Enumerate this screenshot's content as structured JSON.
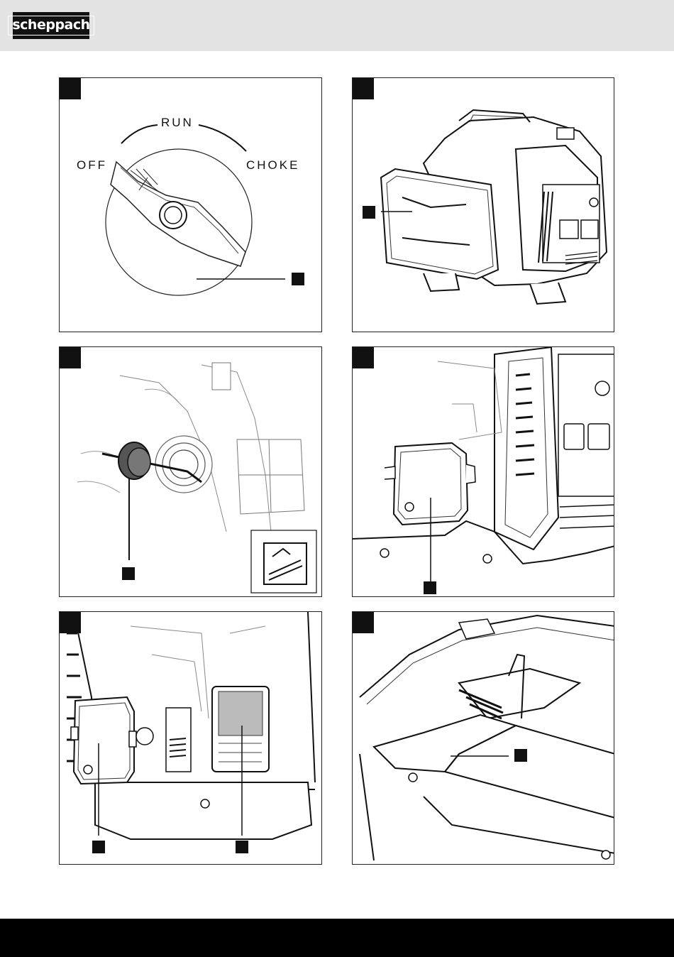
{
  "header": {
    "logo_text": "scheppach"
  },
  "figures": [
    {
      "number": "",
      "labels": {
        "run": "RUN",
        "off": "OFF",
        "choke": "CHOKE"
      },
      "callouts": [
        ""
      ]
    },
    {
      "number": "",
      "callouts": [
        ""
      ]
    },
    {
      "number": "",
      "callouts": [
        ""
      ]
    },
    {
      "number": "",
      "callouts": [
        ""
      ]
    },
    {
      "number": "",
      "callouts": [
        "",
        ""
      ]
    },
    {
      "number": "",
      "callouts": [
        ""
      ]
    }
  ],
  "colors": {
    "header_bg": "#e3e3e3",
    "footer_bg": "#000000",
    "ink": "#111111"
  }
}
